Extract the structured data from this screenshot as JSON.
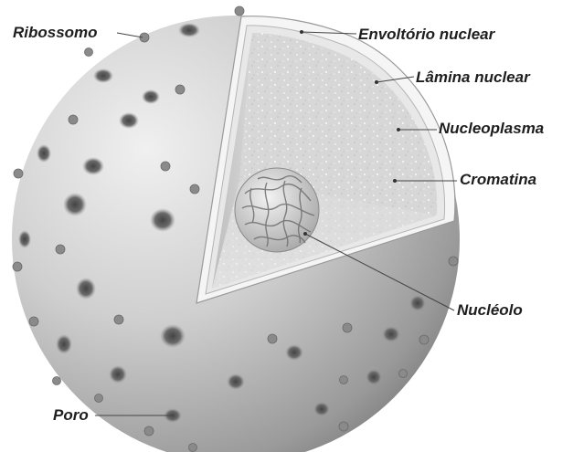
{
  "labels": {
    "ribossomo": "Ribossomo",
    "envoltorio_nuclear": "Envoltório nuclear",
    "lamina_nuclear": "Lâmina nuclear",
    "nucleoplasma": "Nucleoplasma",
    "cromatina": "Cromatina",
    "nucleolo": "Nucléolo",
    "poro": "Poro"
  },
  "colors": {
    "sphere_light": "#e4e4e4",
    "sphere_dark": "#7c7c7c",
    "envelope": "#f4f4f4",
    "nucleoplasm": "#d8d8d8",
    "leader_line": "#444444",
    "label_text": "#1e1e1e"
  }
}
